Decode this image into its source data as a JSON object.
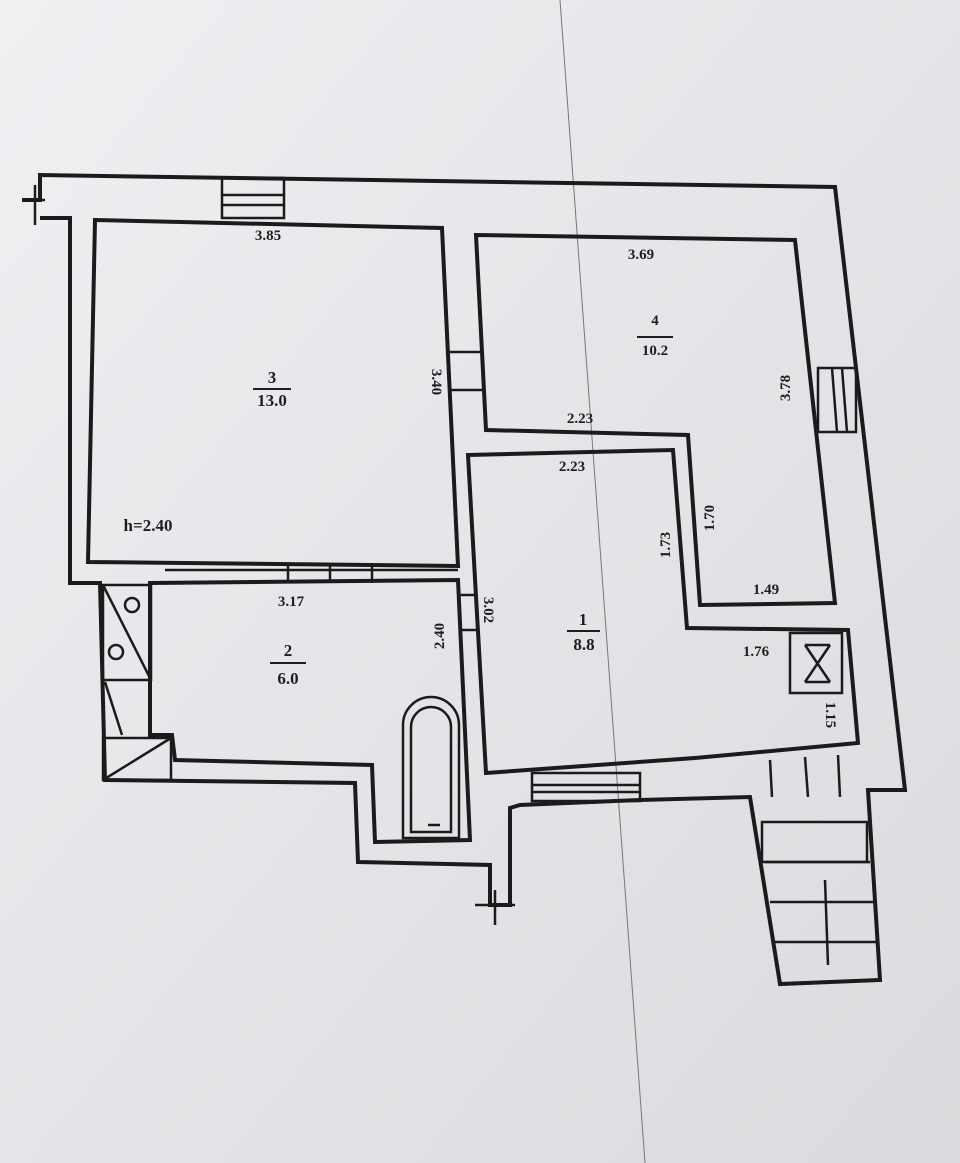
{
  "plan": {
    "ceiling_height": "h=2.40",
    "rooms": [
      {
        "number": "1",
        "area": "8.8",
        "dims": [
          "2.23",
          "1.73",
          "3.02",
          "1.76",
          "1.15"
        ]
      },
      {
        "number": "2",
        "area": "6.0",
        "dims": [
          "3.17",
          "2.40"
        ]
      },
      {
        "number": "3",
        "area": "13.0",
        "dims": [
          "3.85",
          "3.40"
        ]
      },
      {
        "number": "4",
        "area": "10.2",
        "dims": [
          "3.69",
          "3.78",
          "2.23",
          "1.70",
          "1.49"
        ]
      }
    ]
  }
}
